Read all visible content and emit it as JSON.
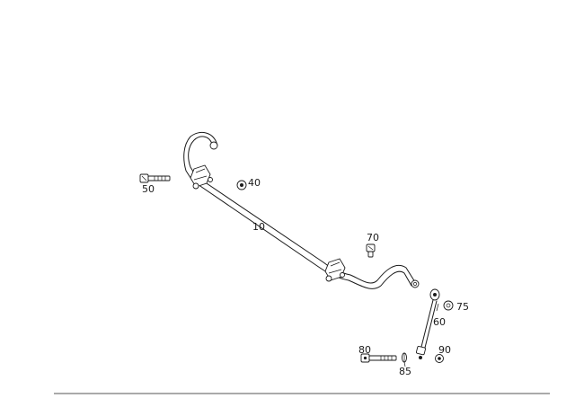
{
  "parts": [
    {
      "id": "p10",
      "label": "10"
    },
    {
      "id": "p40",
      "label": "40"
    },
    {
      "id": "p50",
      "label": "50"
    },
    {
      "id": "p60",
      "label": "60"
    },
    {
      "id": "p70",
      "label": "70"
    },
    {
      "id": "p75",
      "label": "75"
    },
    {
      "id": "p80",
      "label": "80"
    },
    {
      "id": "p85",
      "label": "85"
    },
    {
      "id": "p90",
      "label": "90"
    }
  ]
}
